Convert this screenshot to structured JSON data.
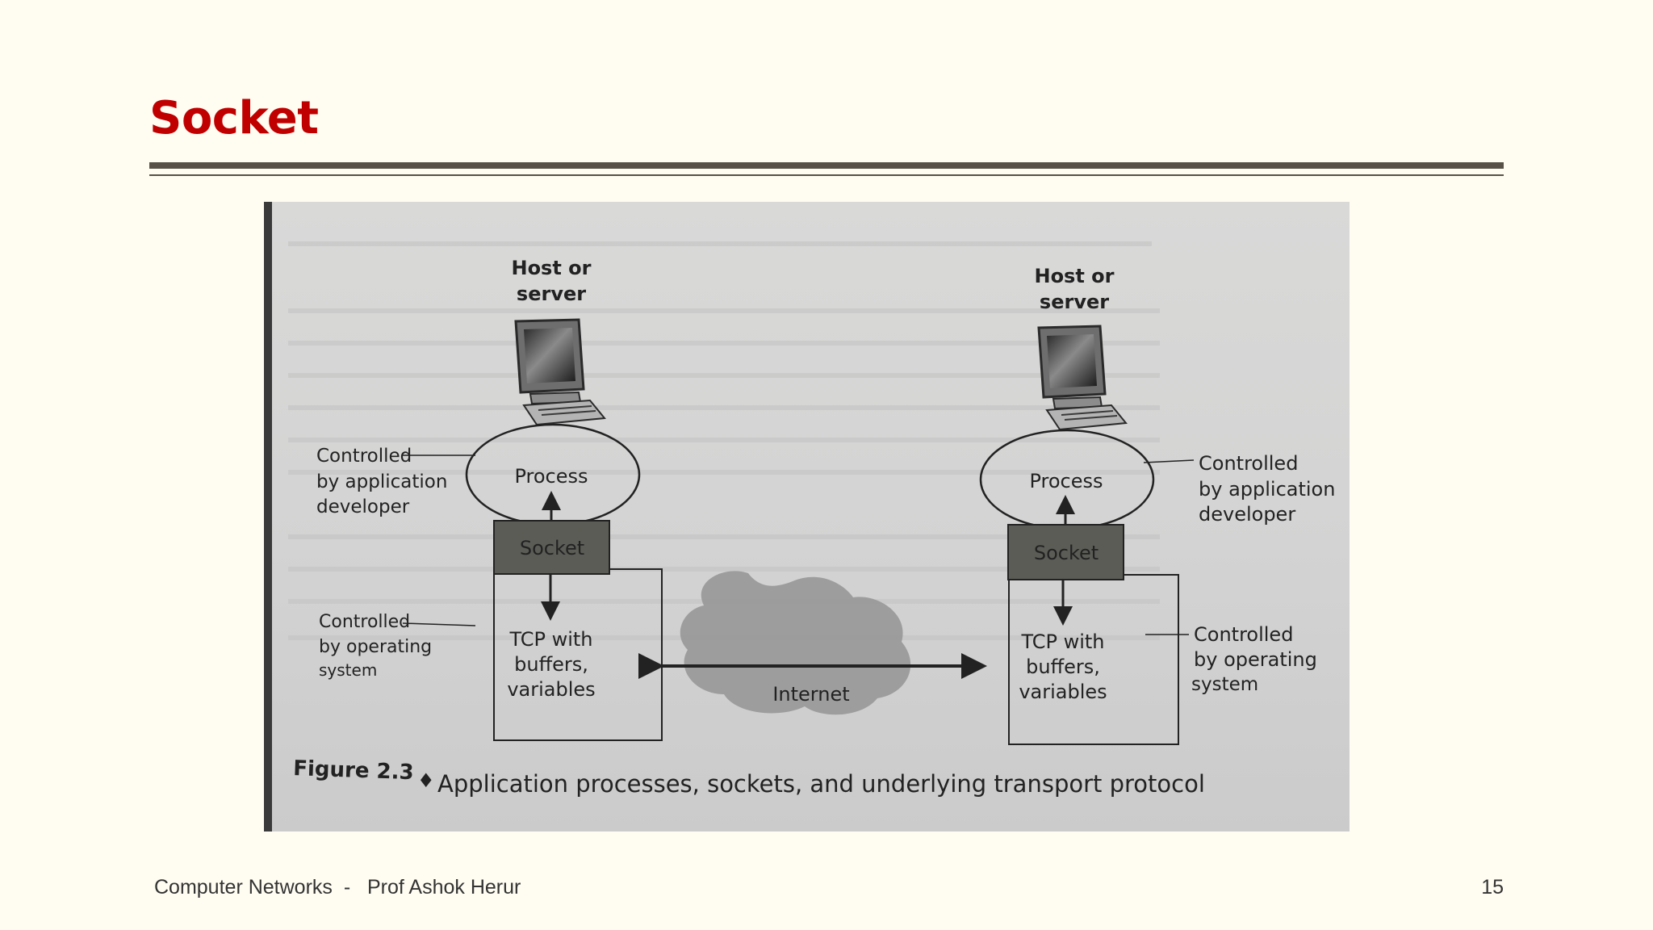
{
  "slide": {
    "title": "Socket",
    "footer": {
      "course": "Computer Networks",
      "separator": "-",
      "author": "Prof Ashok Herur",
      "page_number": "15"
    }
  },
  "figure": {
    "left_host": {
      "host_label_line1": "Host or",
      "host_label_line2": "server",
      "process_label": "Process",
      "socket_label": "Socket",
      "tcp_line1": "TCP with",
      "tcp_line2": "buffers,",
      "tcp_line3": "variables",
      "app_note_line1": "Controlled",
      "app_note_line2": "by application",
      "app_note_line3": "developer",
      "os_note_line1": "Controlled",
      "os_note_line2": "by operating",
      "os_note_line3": "system"
    },
    "right_host": {
      "host_label_line1": "Host or",
      "host_label_line2": "server",
      "process_label": "Process",
      "socket_label": "Socket",
      "tcp_line1": "TCP with",
      "tcp_line2": "buffers,",
      "tcp_line3": "variables",
      "app_note_line1": "Controlled",
      "app_note_line2": "by application",
      "app_note_line3": "developer",
      "os_note_line1": "Controlled",
      "os_note_line2": "by operating",
      "os_note_line3": "system"
    },
    "network_label": "Internet",
    "caption_number": "Figure 2.3",
    "caption_bullet": "♦",
    "caption_text": "Application processes, sockets, and underlying transport protocol",
    "icons": {
      "left_computer": "desktop-computer-icon",
      "right_computer": "desktop-computer-icon",
      "cloud": "internet-cloud-icon"
    },
    "colors": {
      "photo_background": "#d6d6d6",
      "socket_fill": "#5c5c57",
      "cloud_fill": "#9a9a9a",
      "ink": "#222222"
    }
  }
}
